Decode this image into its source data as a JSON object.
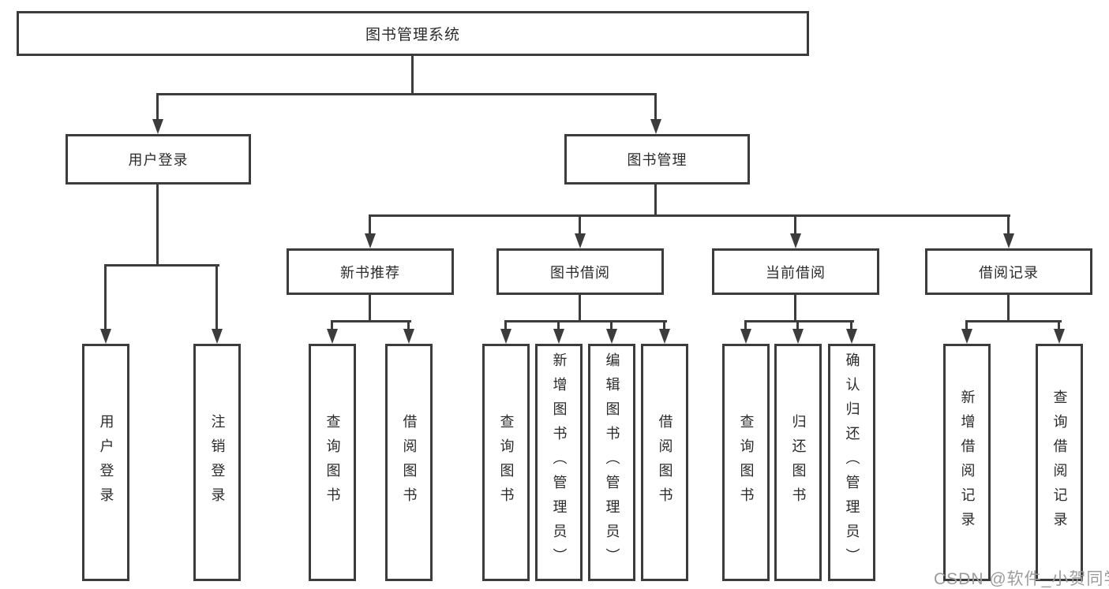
{
  "tree": {
    "root": "图书管理系统",
    "branches": [
      {
        "label": "用户登录",
        "leaves": [
          "用户登录",
          "注销登录"
        ]
      },
      {
        "label": "图书管理",
        "groups": [
          {
            "label": "新书推荐",
            "leaves": [
              "查询图书",
              "借阅图书"
            ]
          },
          {
            "label": "图书借阅",
            "leaves": [
              "查询图书",
              "新增图书（管理员）",
              "编辑图书（管理员）",
              "借阅图书"
            ]
          },
          {
            "label": "当前借阅",
            "leaves": [
              "查询图书",
              "归还图书",
              "确认归还（管理员）"
            ]
          },
          {
            "label": "借阅记录",
            "leaves": [
              "新增借阅记录",
              "查询借阅记录"
            ]
          }
        ]
      }
    ]
  },
  "watermark": "CSDN @软件_小贺同学",
  "colors": {
    "line": "#3c3c3c",
    "text": "#2b2b2b",
    "watermark_gray": "#9c9c9c",
    "background": "#ffffff"
  }
}
